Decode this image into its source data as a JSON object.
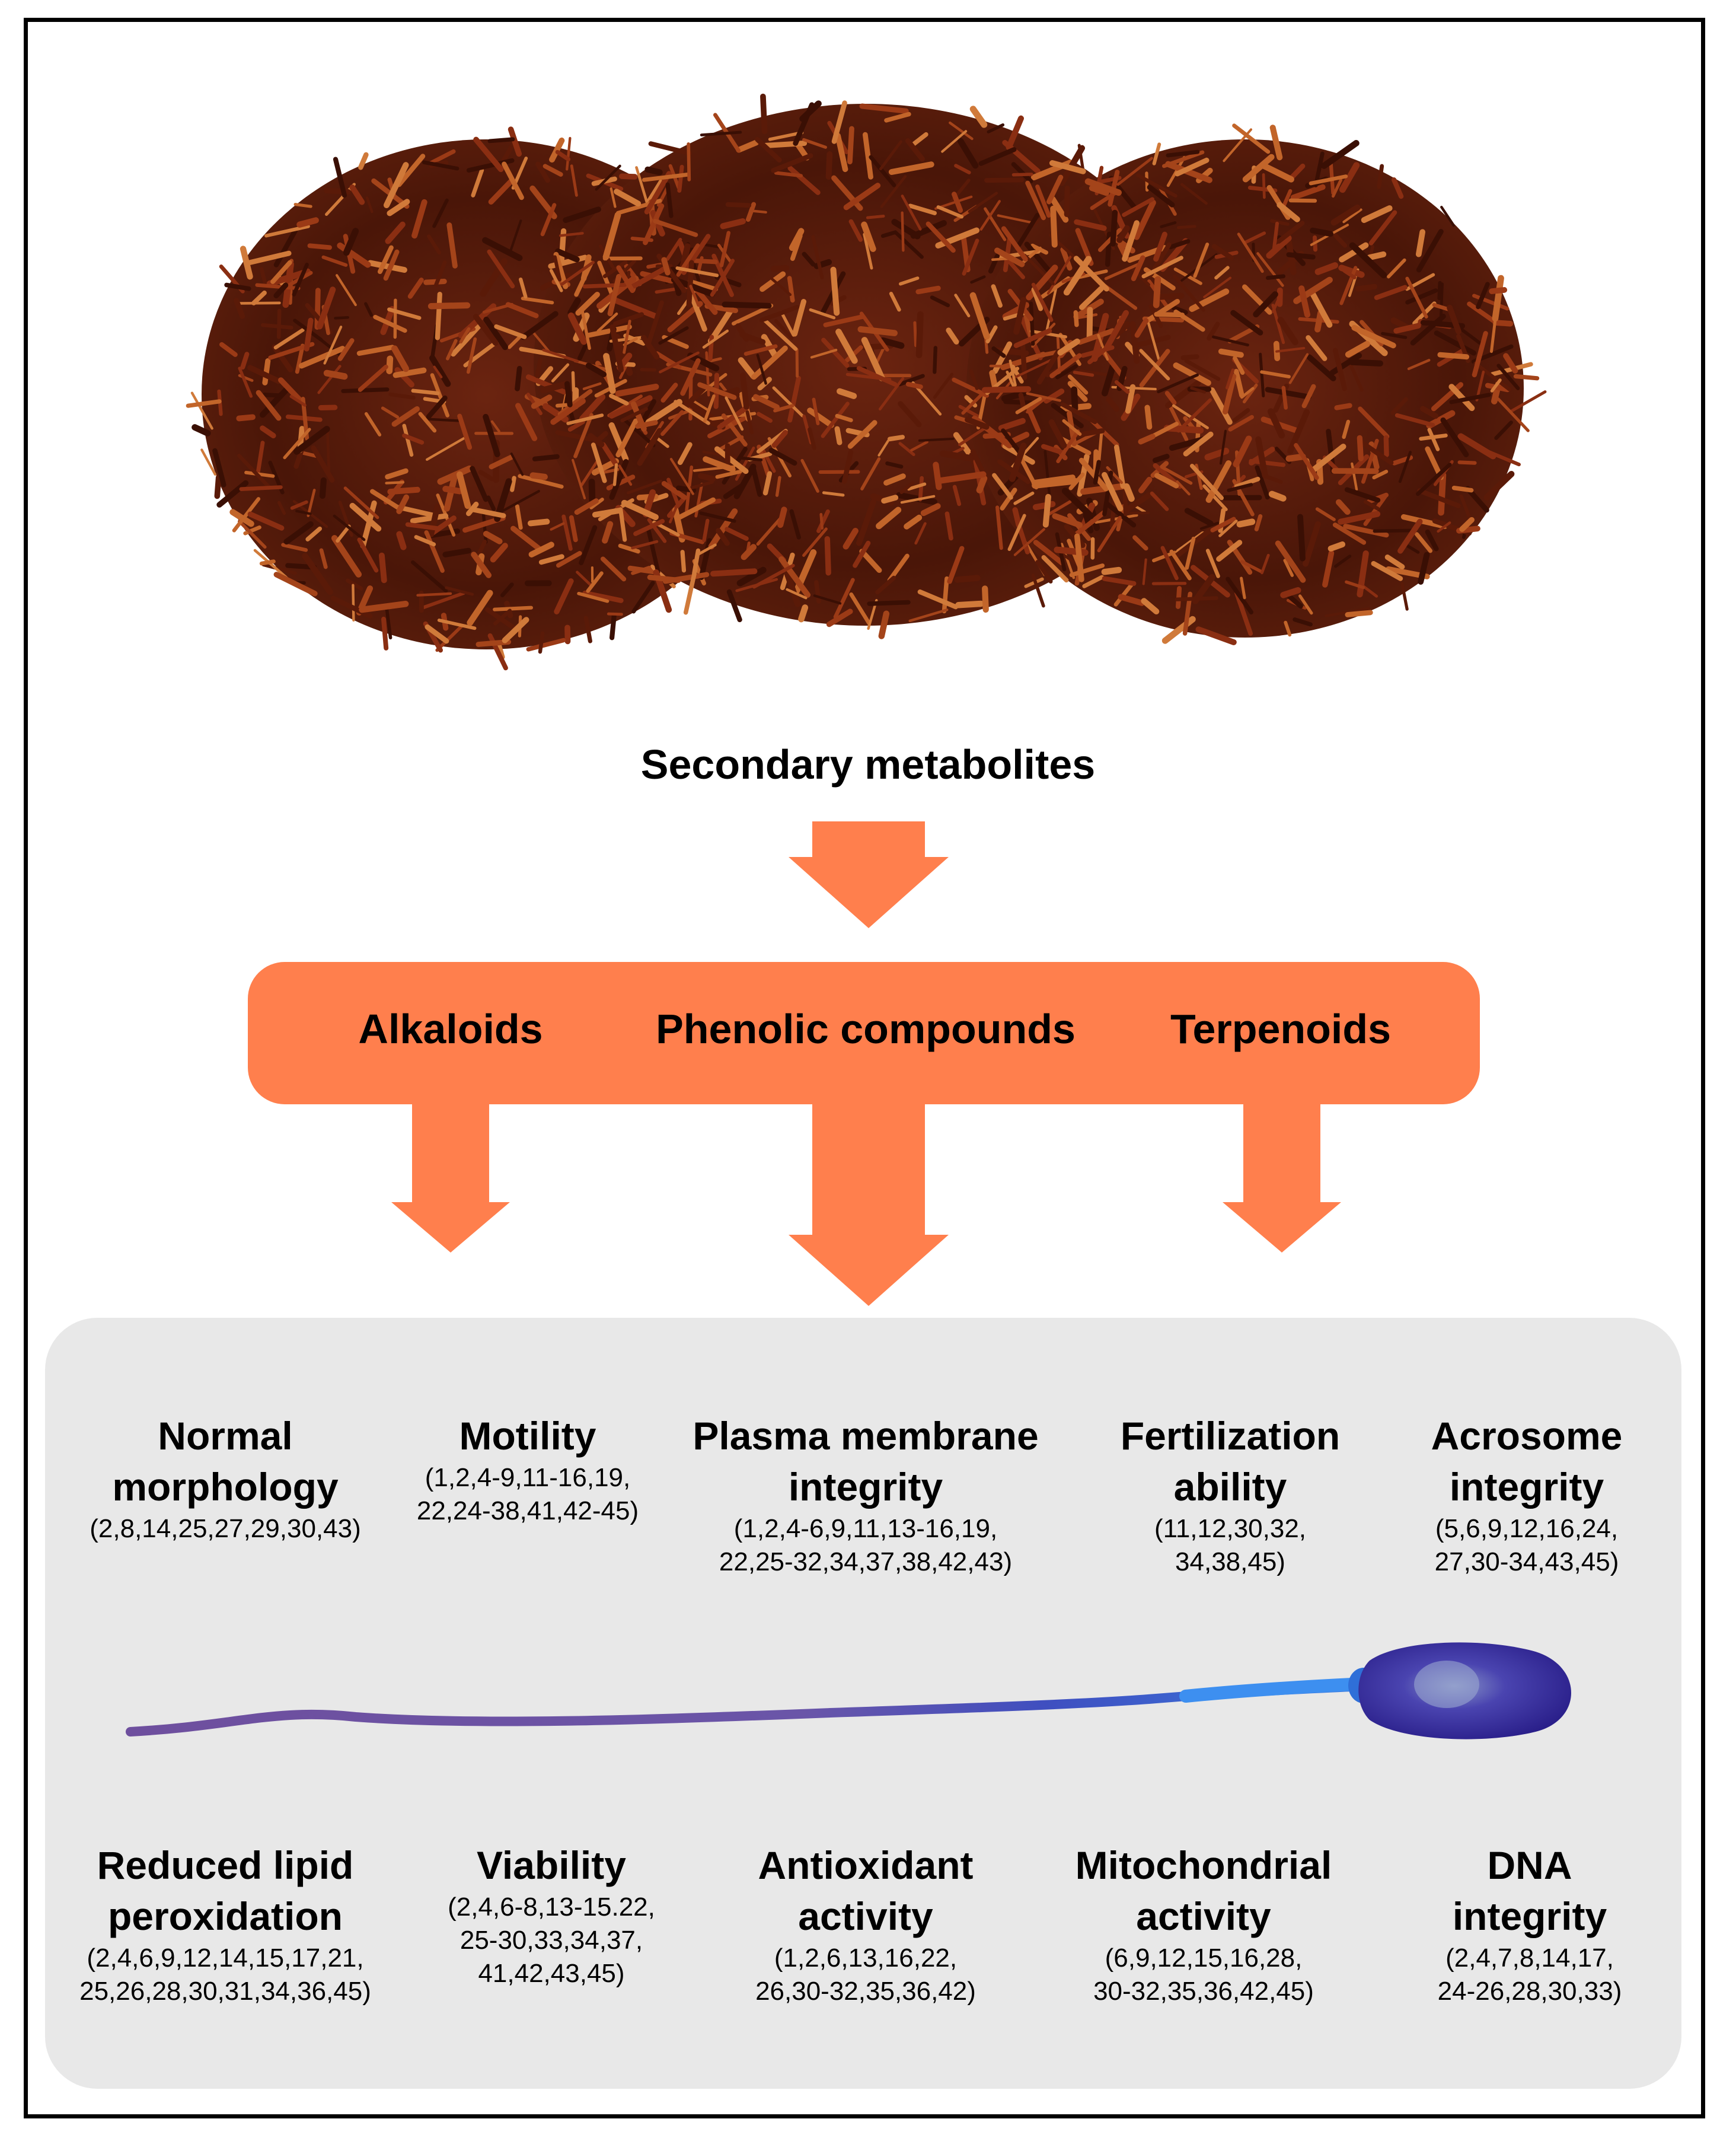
{
  "source": {
    "label": "Secondary\nmetabolites",
    "colors": {
      "arrow": "#ff7f4d",
      "tea_dark": "#4a1608",
      "tea_mid": "#7a2a10",
      "tea_light": "#b5551f"
    }
  },
  "groups": [
    {
      "label": "Alkaloids"
    },
    {
      "label": "Phenolic compounds"
    },
    {
      "label": "Terpenoids"
    }
  ],
  "effects": [
    {
      "name": "Normal\nmorphology",
      "refs": "(2,8,14,25,27,29,30,43)"
    },
    {
      "name": "Motility",
      "refs": "(1,2,4-9,11-16,19,\n22,24-38,41,42-45)"
    },
    {
      "name": "Plasma membrane\nintegrity",
      "refs": "(1,2,4-6,9,11,13-16,19,\n22,25-32,34,37,38,42,43)"
    },
    {
      "name": "Fertilization\nability",
      "refs": "(11,12,30,32,\n34,38,45)"
    },
    {
      "name": "Acrosome\nintegrity",
      "refs": "(5,6,9,12,16,24,\n27,30-34,43,45)"
    },
    {
      "name": "Reduced lipid\nperoxidation",
      "refs": "(2,4,6,9,12,14,15,17,21,\n25,26,28,30,31,34,36,45)"
    },
    {
      "name": "Viability",
      "refs": "(2,4,6-8,13-15.22,\n25-30,33,34,37,\n41,42,43,45)"
    },
    {
      "name": "Antioxidant\nactivity",
      "refs": "(1,2,6,13,16,22,\n26,30-32,35,36,42)"
    },
    {
      "name": "Mitochondrial\nactivity",
      "refs": "(6,9,12,15,16,28,\n30-32,35,36,42,45)"
    },
    {
      "name": "DNA\nintegrity",
      "refs": "(2,4,7,8,14,17,\n24-26,28,30,33)"
    }
  ]
}
